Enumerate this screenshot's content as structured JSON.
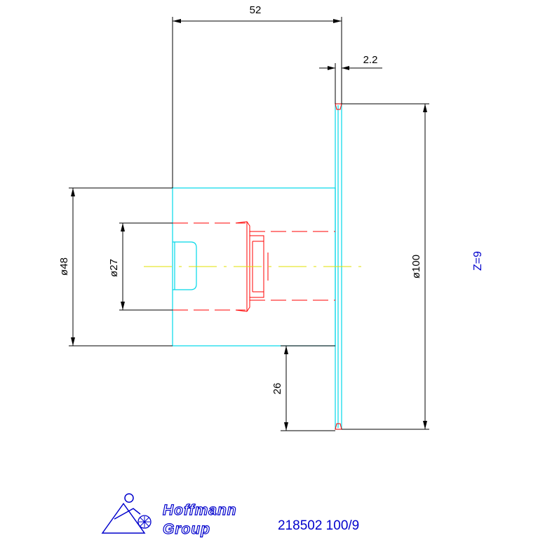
{
  "dimensions": {
    "width_52": "52",
    "thickness_2_2": "2.2",
    "dia_48": "ø48",
    "dia_27": "ø27",
    "dia_100": "ø100",
    "height_26": "26"
  },
  "teeth_label": "Z=9",
  "logo": {
    "line1": "Hoffmann",
    "line2": "Group"
  },
  "part_number": "218502 100/9",
  "colors": {
    "outline": "#00d8e8",
    "hidden": "#ff0000",
    "centerline": "#e0e000",
    "dimension": "#000000",
    "brand": "#0000cc"
  }
}
